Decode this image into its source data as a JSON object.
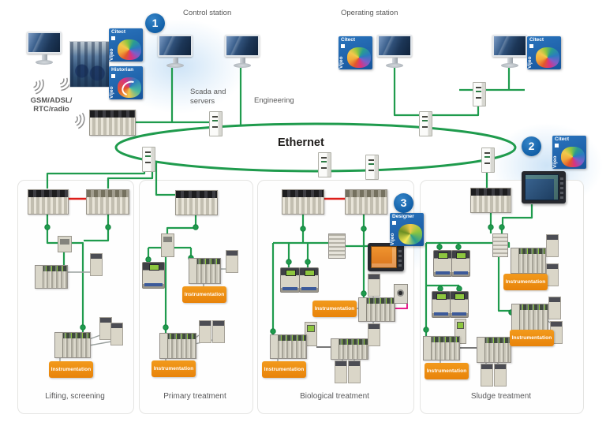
{
  "labels": {
    "control_station": "Control station",
    "operating_station": "Operating station",
    "scada_line1": "Scada and",
    "scada_line2": "servers",
    "engineering": "Engineering",
    "ethernet": "Ethernet",
    "gsm_line1": "GSM/ADSL/",
    "gsm_line2": "RTC/radio"
  },
  "markers": {
    "m1": "1",
    "m2": "2",
    "m3": "3"
  },
  "badge": {
    "label": "Instrumentation"
  },
  "sections": [
    {
      "label": "Lifting, screening"
    },
    {
      "label": "Primary treatment"
    },
    {
      "label": "Biological treatment"
    },
    {
      "label": "Sludge treatment"
    }
  ],
  "logos": {
    "brand": "Vijeo",
    "citect": "Citect",
    "historian": "Historian",
    "designer": "Designer"
  },
  "colors": {
    "network_green": "#1f9b4d",
    "hot_standby_red": "#dd1f1a",
    "io_link_pink": "#e5007d",
    "marker_blue": "#1566ab",
    "badge_orange": "#ef8d0e"
  }
}
